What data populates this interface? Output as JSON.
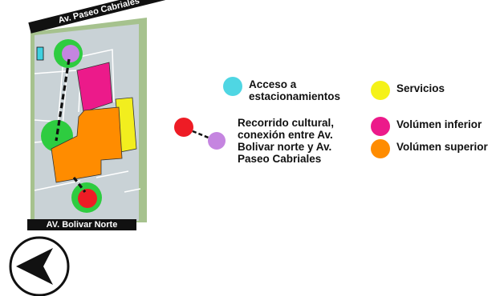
{
  "map": {
    "street_top": "Av. Paseo Cabriales",
    "street_bottom": "AV. Bolivar Norte",
    "colors": {
      "parcel": "#c9d2d6",
      "boundary": "#a6c28e",
      "lines": "#ffffff",
      "green_node": "#2ecc40",
      "purple_node": "#c585e0",
      "red_node": "#ee1c25",
      "upper_volume": "#ff8c00",
      "lower_volume": "#ec1a8a",
      "services": "#f2ee1e",
      "parking": "#3fd0e0",
      "route": "#111111"
    }
  },
  "legend": {
    "parking_access": {
      "label": "Acceso a\nestacionamientos",
      "color": "#4fd6e3"
    },
    "services": {
      "label": "Servicios",
      "color": "#f5f218"
    },
    "cultural_route": {
      "label": "Recorrido cultural,\nconexión entre Av.\nBolivar norte y Av.\nPaseo Cabriales",
      "start_color": "#ee1c25",
      "end_color": "#c585e0"
    },
    "lower_volume": {
      "label": "Volúmen inferior",
      "color": "#ec1a8a"
    },
    "upper_volume": {
      "label": "Volúmen superior",
      "color": "#ff8c00"
    }
  },
  "nav": {
    "back_icon": "arrow-left-icon"
  }
}
